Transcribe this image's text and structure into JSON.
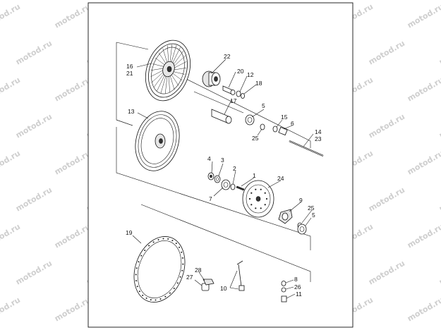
{
  "watermark": {
    "text": "motod.ru"
  },
  "callouts": {
    "c1": "1",
    "c2": "2",
    "c3": "3",
    "c4": "4",
    "c5a": "5",
    "c5b": "5",
    "c6": "6",
    "c7": "7",
    "c8": "8",
    "c9": "9",
    "c10": "10",
    "c11": "11",
    "c12": "12",
    "c13": "13",
    "c14": "14",
    "c15": "15",
    "c16": "16",
    "c17": "17",
    "c18": "18",
    "c19": "19",
    "c20": "20",
    "c21": "21",
    "c22": "22",
    "c23": "23",
    "c24": "24",
    "c25a": "25",
    "c25b": "25",
    "c26": "26",
    "c27": "27",
    "c28": "28"
  }
}
